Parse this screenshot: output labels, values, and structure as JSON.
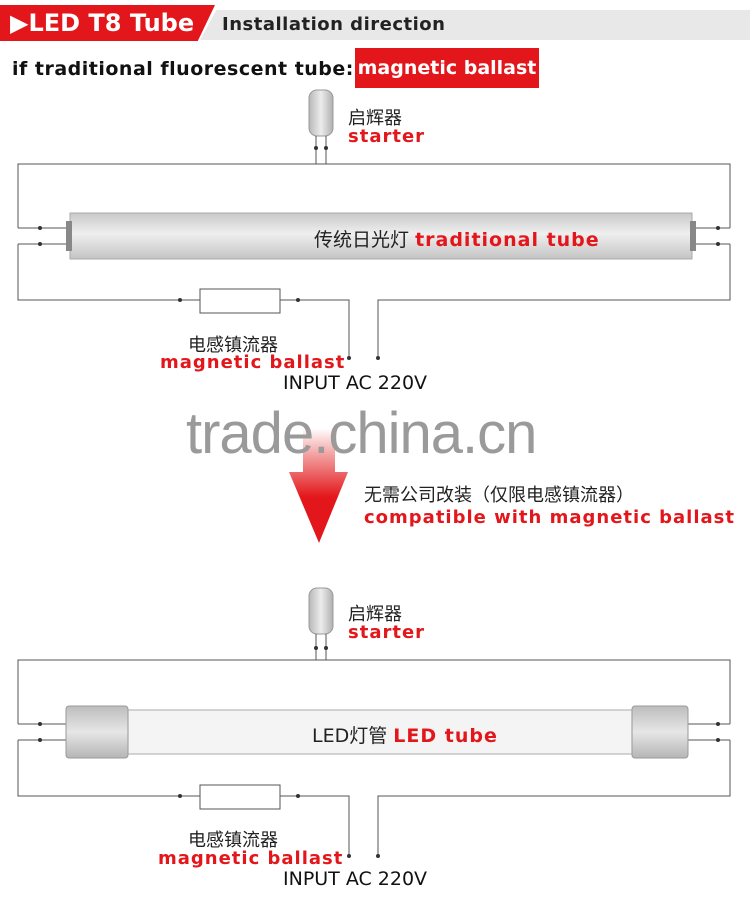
{
  "header": {
    "title": "LED T8 Tube",
    "subtitle": "Installation direction"
  },
  "intro": {
    "text": "if traditional fluorescent tube:",
    "highlight": "magnetic ballast"
  },
  "diagram_top": {
    "starter_cn": "启辉器",
    "starter_en": "starter",
    "tube_cn": "传统日光灯",
    "tube_en": "traditional tube",
    "ballast_cn": "电感镇流器",
    "ballast_en": "magnetic ballast",
    "input": "INPUT AC 220V"
  },
  "watermark": "trade.china.cn",
  "transition": {
    "cn": "无需公司改装（仅限电感镇流器）",
    "en": "compatible with magnetic ballast"
  },
  "diagram_bottom": {
    "starter_cn": "启辉器",
    "starter_en": "starter",
    "tube_cn": "LED灯管",
    "tube_en": "LED tube",
    "ballast_cn": "电感镇流器",
    "ballast_en": "magnetic ballast",
    "input": "INPUT AC 220V"
  },
  "colors": {
    "accent_red": "#e3171b",
    "tube_fill": "#d7d7d7",
    "wire": "#555555"
  }
}
